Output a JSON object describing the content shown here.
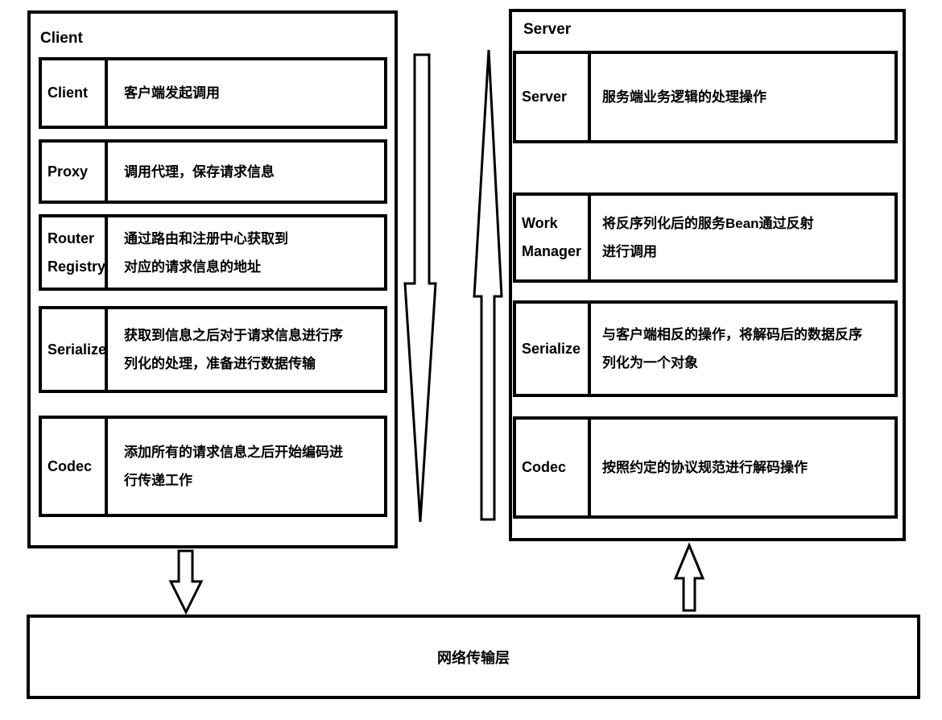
{
  "colors": {
    "line": "#000000",
    "background": "#ffffff"
  },
  "client_panel": {
    "title": "Client",
    "rows": [
      {
        "label": "Client",
        "desc": "客户端发起调用"
      },
      {
        "label": "Proxy",
        "desc": "调用代理，保存请求信息"
      },
      {
        "label": "Router\nRegistry",
        "desc": "通过路由和注册中心获取到\n对应的请求信息的地址"
      },
      {
        "label": "Serialize",
        "desc": "获取到信息之后对于请求信息进行序\n列化的处理，准备进行数据传输"
      },
      {
        "label": "Codec",
        "desc": "添加所有的请求信息之后开始编码进\n行传递工作"
      }
    ]
  },
  "server_panel": {
    "title": "Server",
    "rows": [
      {
        "label": "Server",
        "desc": "服务端业务逻辑的处理操作"
      },
      {
        "label": "Work\nManager",
        "desc": "将反序列化后的服务Bean通过反射\n进行调用"
      },
      {
        "label": "Serialize",
        "desc": "与客户端相反的操作，将解码后的数据反序\n列化为一个对象"
      },
      {
        "label": "Codec",
        "desc": "按照约定的协议规范进行解码操作"
      }
    ]
  },
  "network_layer": {
    "label": "网络传输层"
  },
  "arrows": [
    {
      "name": "client-flow-down-arrow",
      "direction": "down"
    },
    {
      "name": "server-flow-up-arrow",
      "direction": "up"
    },
    {
      "name": "client-to-network-arrow",
      "direction": "down"
    },
    {
      "name": "network-to-server-arrow",
      "direction": "up"
    }
  ]
}
